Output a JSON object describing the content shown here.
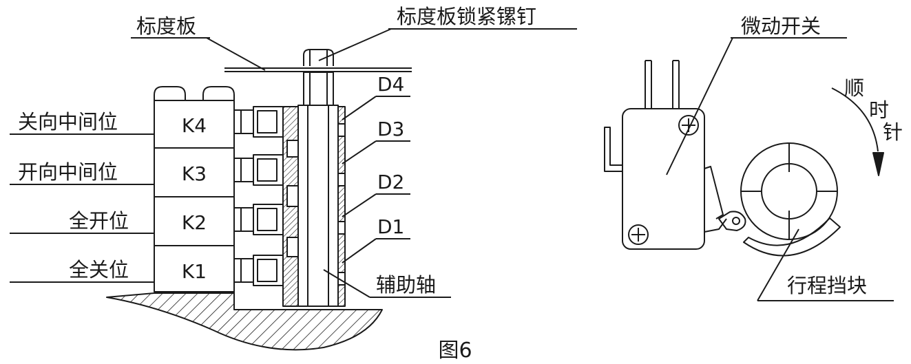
{
  "figure": {
    "caption": "图6",
    "left_assembly": {
      "top_labels": {
        "scale_plate": "标度板",
        "scale_plate_screw": "标度板锁紧镙钉"
      },
      "position_labels": [
        "关向中间位",
        "开向中间位",
        "全开位",
        "全关位"
      ],
      "switches": [
        "K4",
        "K3",
        "K2",
        "K1"
      ],
      "cams": [
        "D4",
        "D3",
        "D2",
        "D1"
      ],
      "aux_shaft": "辅助轴"
    },
    "right_assembly": {
      "micro_switch": "微动开关",
      "direction_chars": [
        "顺",
        "时",
        "针"
      ],
      "travel_stop": "行程挡块"
    },
    "colors": {
      "line": "#1a1a1a",
      "background": "#ffffff"
    }
  }
}
